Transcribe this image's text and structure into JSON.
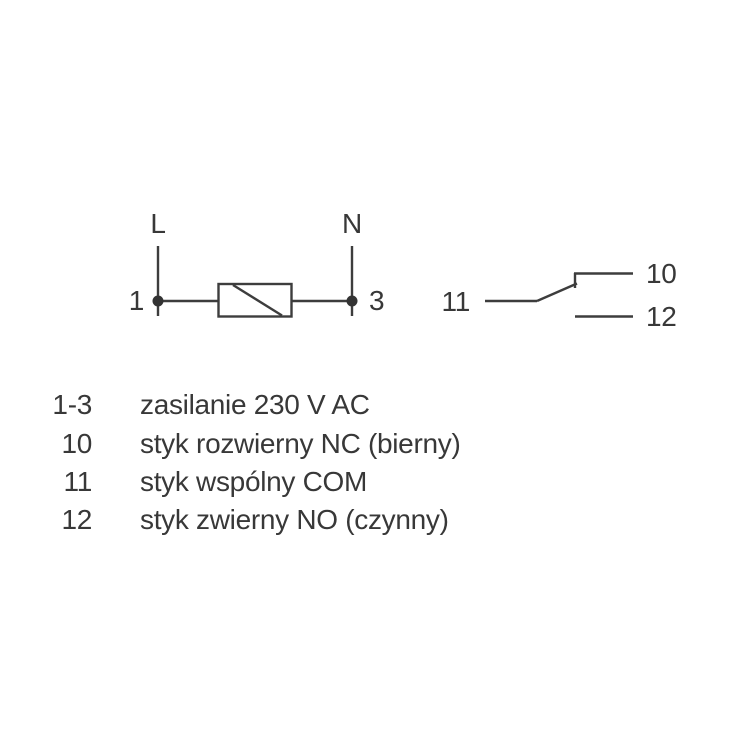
{
  "colors": {
    "background": "#ffffff",
    "line": "#3d3d3d",
    "text": "#383838"
  },
  "diagram": {
    "supply": {
      "phase_label": "L",
      "neutral_label": "N",
      "terminal_1": "1",
      "terminal_3": "3"
    },
    "contacts": {
      "terminal_11": "11",
      "terminal_10": "10",
      "terminal_12": "12"
    }
  },
  "legend": {
    "rows": [
      {
        "terminals": "1-3",
        "description": "zasilanie 230 V AC"
      },
      {
        "terminals": "10",
        "description": "styk rozwierny NC (bierny)"
      },
      {
        "terminals": "11",
        "description": "styk wspólny COM"
      },
      {
        "terminals": "12",
        "description": "styk zwierny NO (czynny)"
      }
    ]
  }
}
